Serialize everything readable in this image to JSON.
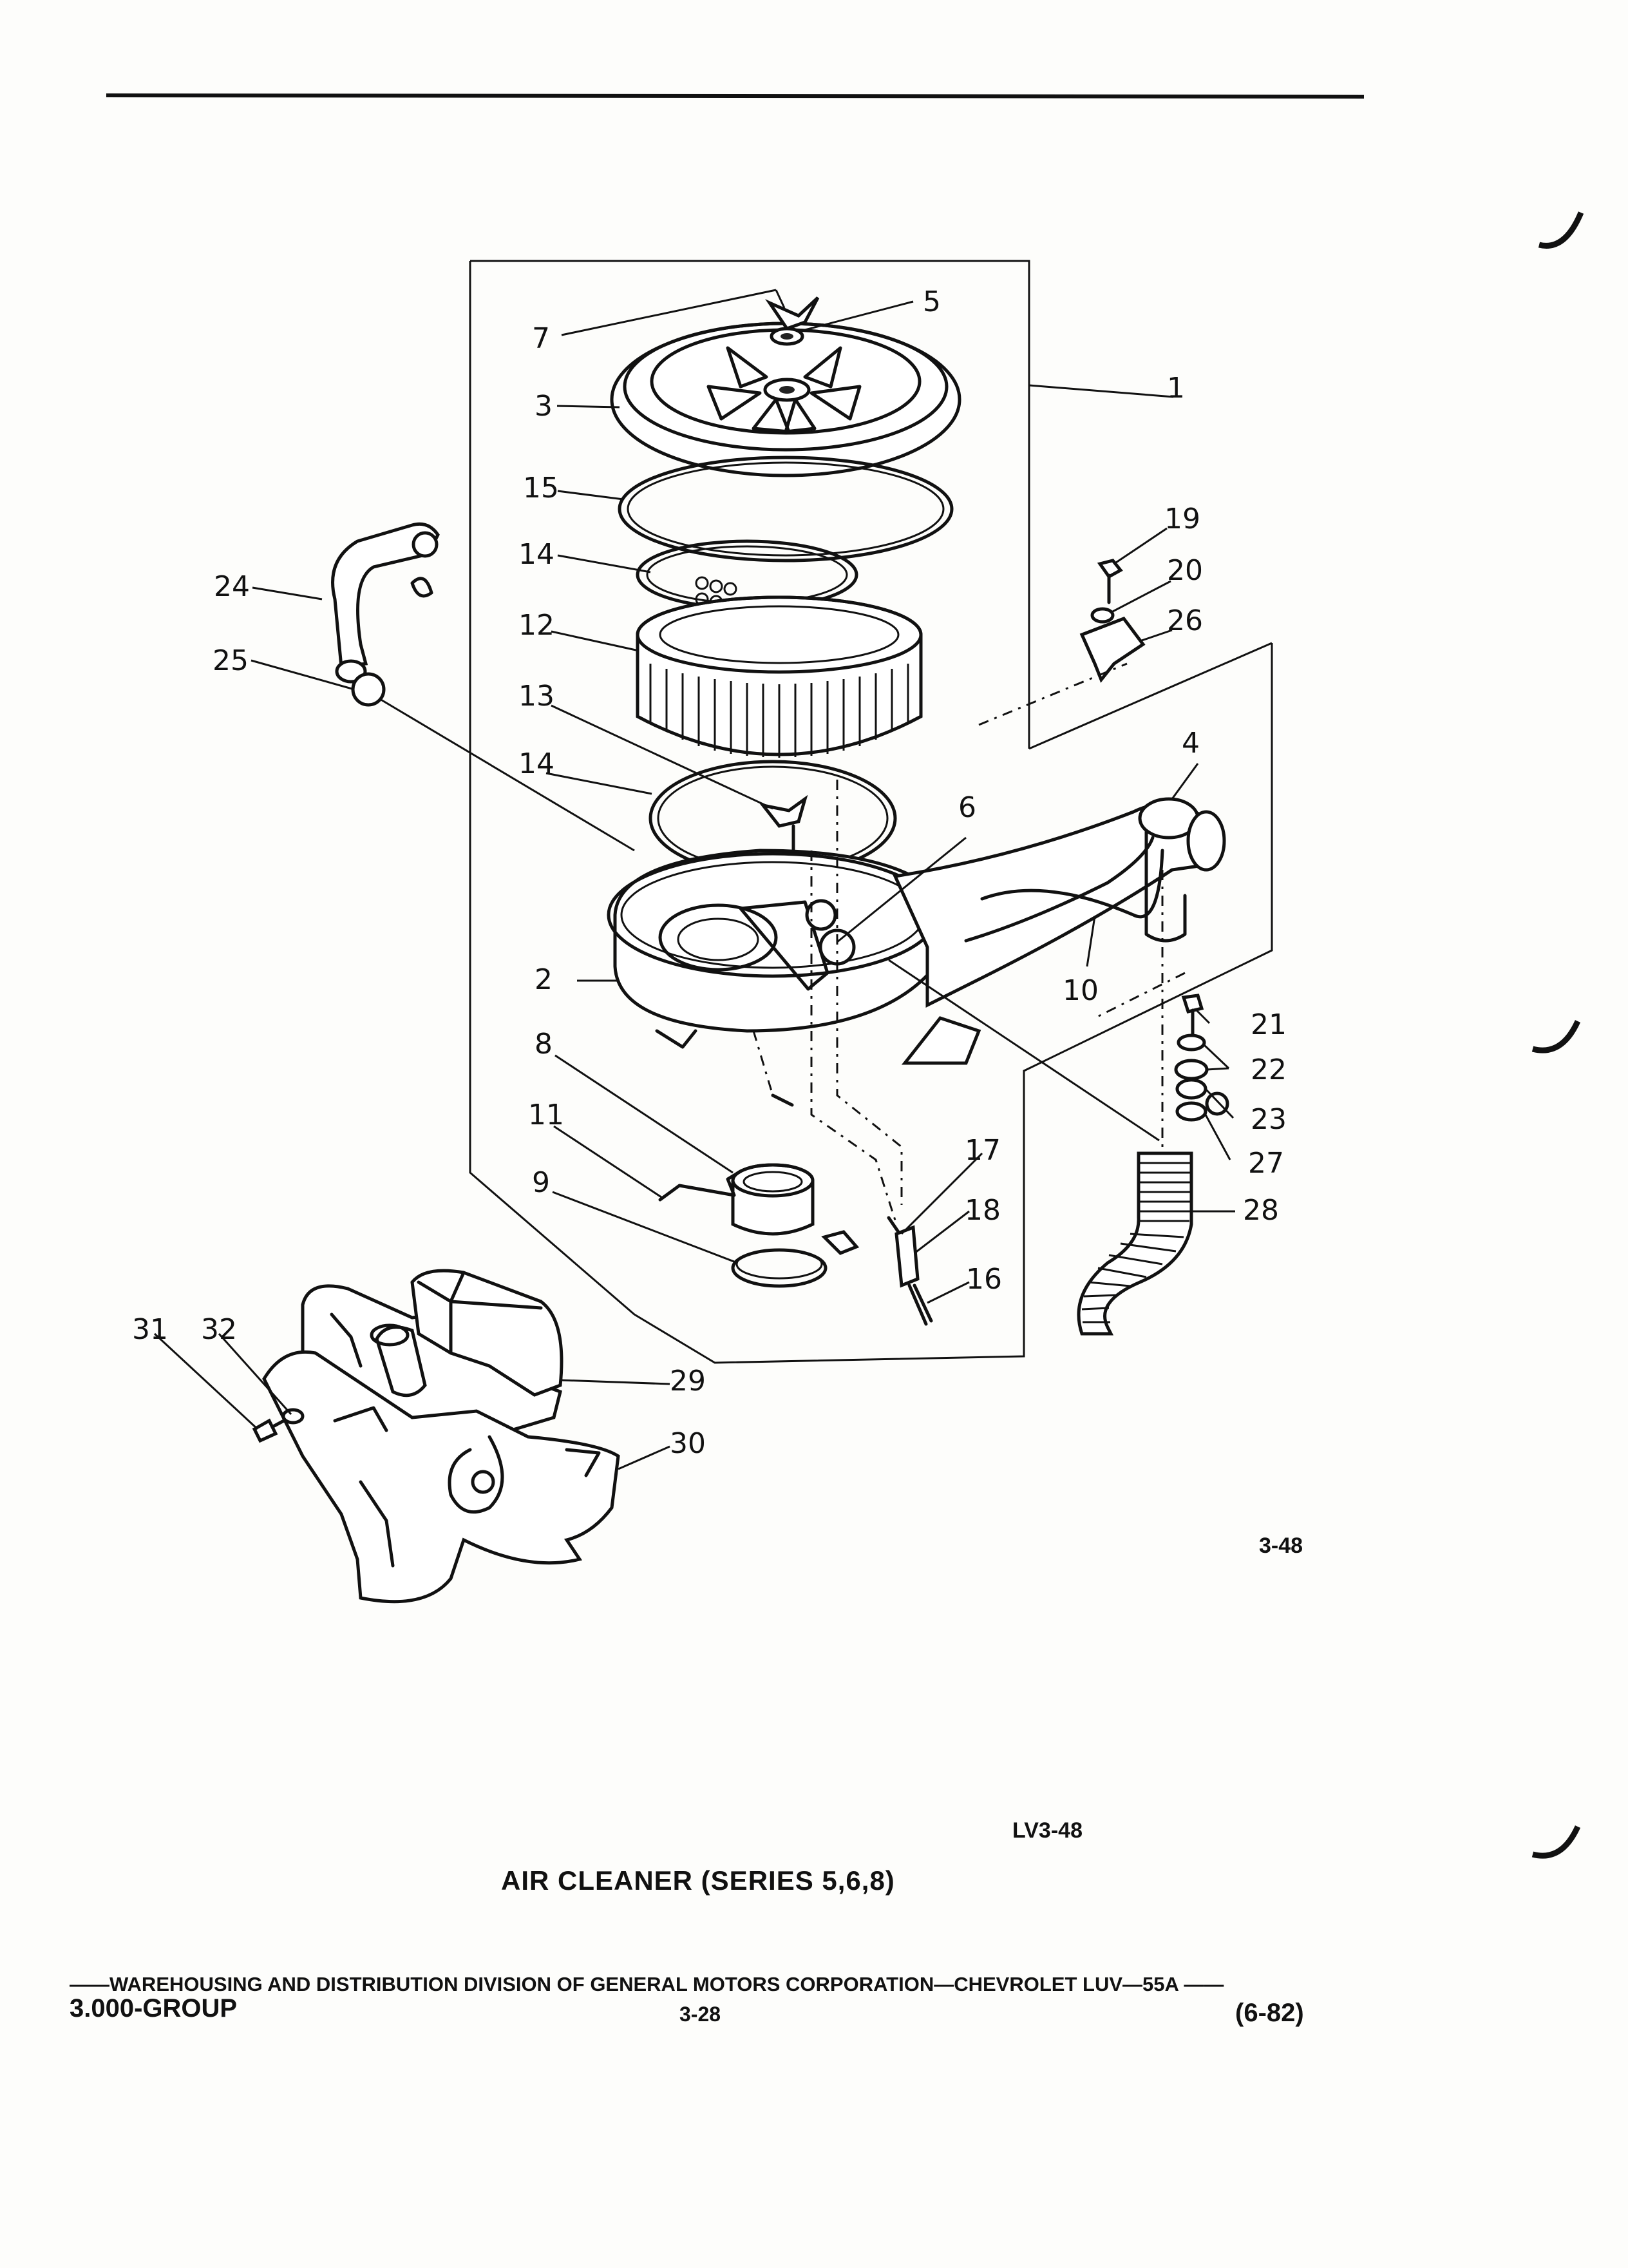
{
  "callouts": [
    {
      "id": "1",
      "text": "1"
    },
    {
      "id": "2",
      "text": "2"
    },
    {
      "id": "3",
      "text": "3"
    },
    {
      "id": "4",
      "text": "4"
    },
    {
      "id": "5",
      "text": "5"
    },
    {
      "id": "6",
      "text": "6"
    },
    {
      "id": "7",
      "text": "7"
    },
    {
      "id": "8",
      "text": "8"
    },
    {
      "id": "9",
      "text": "9"
    },
    {
      "id": "10",
      "text": "10"
    },
    {
      "id": "11",
      "text": "11"
    },
    {
      "id": "12",
      "text": "12"
    },
    {
      "id": "13",
      "text": "13"
    },
    {
      "id": "14a",
      "text": "14"
    },
    {
      "id": "14b",
      "text": "14"
    },
    {
      "id": "15",
      "text": "15"
    },
    {
      "id": "16",
      "text": "16"
    },
    {
      "id": "17",
      "text": "17"
    },
    {
      "id": "18",
      "text": "18"
    },
    {
      "id": "19",
      "text": "19"
    },
    {
      "id": "20",
      "text": "20"
    },
    {
      "id": "21",
      "text": "21"
    },
    {
      "id": "22",
      "text": "22"
    },
    {
      "id": "23",
      "text": "23"
    },
    {
      "id": "24",
      "text": "24"
    },
    {
      "id": "25",
      "text": "25"
    },
    {
      "id": "26",
      "text": "26"
    },
    {
      "id": "27",
      "text": "27"
    },
    {
      "id": "28",
      "text": "28"
    },
    {
      "id": "29",
      "text": "29"
    },
    {
      "id": "30",
      "text": "30"
    },
    {
      "id": "31",
      "text": "31"
    },
    {
      "id": "32",
      "text": "32"
    }
  ],
  "figure_code": "3-48",
  "drawing_code": "LV3-48",
  "caption": "AIR CLEANER (SERIES 5,6,8)",
  "footer": {
    "line": "——WAREHOUSING AND DISTRIBUTION  DIVISION OF GENERAL MOTORS CORPORATION—CHEVROLET LUV—55A  ——",
    "group": "3.000-GROUP",
    "page": "3-28",
    "date": "(6-82)"
  }
}
